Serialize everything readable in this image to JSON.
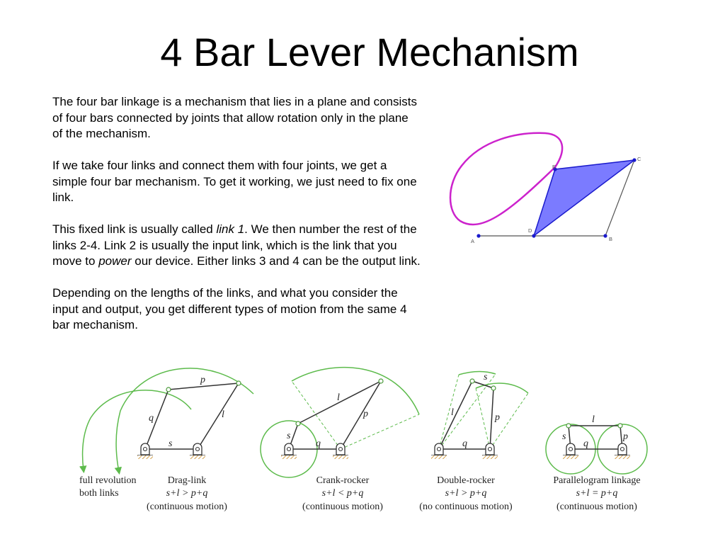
{
  "title": "4 Bar Lever Mechanism",
  "paragraphs": {
    "p1": "The four bar linkage is a mechanism that lies in a plane and consists of four bars connected by joints that allow rotation only in the plane of the mechanism.",
    "p2": "If we take four links and connect them with four joints, we get a simple four bar mechanism. To get it working, we just need to fix one link.",
    "p3": {
      "a": "This fixed link is usually called ",
      "b": "link 1",
      "c": ". We then number the rest of the links 2-4. Link 2 is usually the input link, which is the link that you move to ",
      "d": "power",
      "e": " our device. Either links 3 and 4 can be the output link."
    },
    "p4": "Depending on the lengths of the links, and what you consider the input and output, you get different types of motion from the same 4 bar mechanism."
  },
  "coupler_diagram": {
    "points": {
      "A": "A",
      "B": "B",
      "C": "C",
      "D": "D",
      "E": "E"
    },
    "colors": {
      "triangle": "#7b7bff",
      "curve": "#cc22cc",
      "joint": "#1a1acc"
    }
  },
  "linkage_types": {
    "var_p": "p",
    "var_q": "q",
    "var_l": "l",
    "var_s": "s",
    "drag_link": {
      "note_1": "full revolution",
      "note_2": "both links",
      "name": "Drag-link",
      "condition": "s+l > p+q",
      "motion": "(continuous motion)"
    },
    "crank_rocker": {
      "name": "Crank-rocker",
      "condition": "s+l < p+q",
      "motion": "(continuous motion)"
    },
    "double_rocker": {
      "name": "Double-rocker",
      "condition": "s+l > p+q",
      "motion": "(no continuous motion)"
    },
    "parallelogram": {
      "name": "Parallelogram linkage",
      "condition": "s+l = p+q",
      "motion": "(continuous motion)"
    },
    "colors": {
      "arc": "#5dbb4c",
      "ground": "#c8881f"
    }
  }
}
